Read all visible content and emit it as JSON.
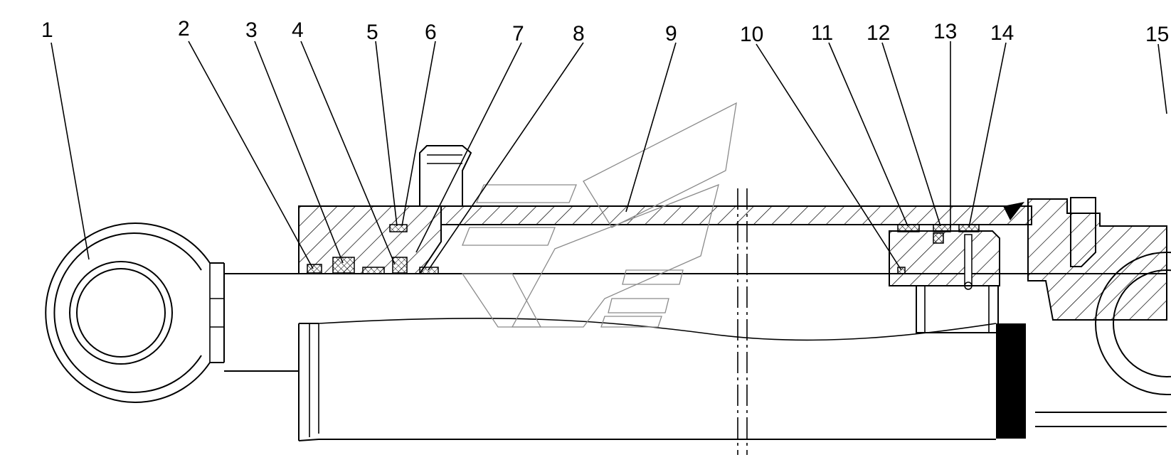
{
  "labels": [
    "1",
    "2",
    "3",
    "4",
    "5",
    "6",
    "7",
    "8",
    "9",
    "10",
    "11",
    "12",
    "13",
    "14",
    "15"
  ],
  "colors": {
    "ink": "#000000",
    "paper": "#ffffff",
    "watermark": "#8a8a8a",
    "seal_band": "#000000"
  }
}
